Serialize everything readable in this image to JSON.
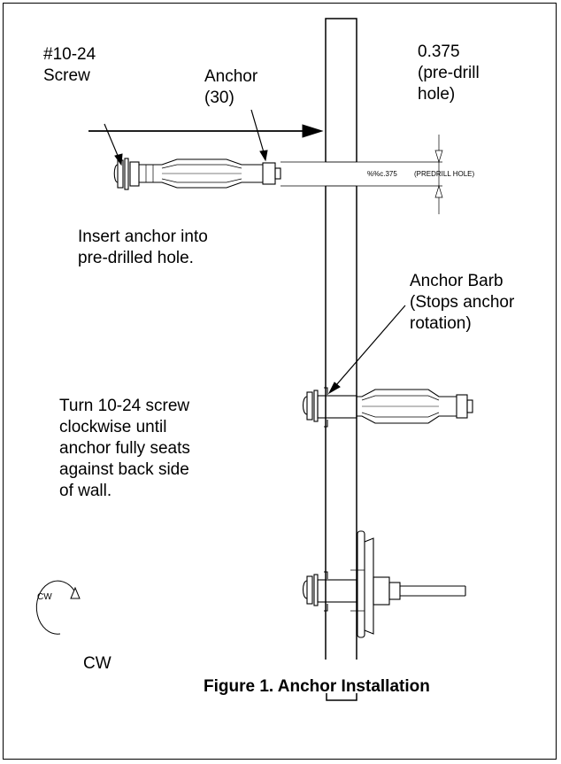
{
  "labels": {
    "screw": "#10-24\nScrew",
    "anchor": "Anchor\n(30)",
    "hole_size": "0.375\n(pre-drill\nhole)",
    "dim_text_value": "%%c.375",
    "dim_text_note": "(PREDRILL HOLE)",
    "step1": "Insert anchor into\npre-drilled hole.",
    "barb": "Anchor Barb\n(Stops anchor\nrotation)",
    "step2": "Turn 10-24 screw\nclockwise until\nanchor fully seats\nagainst back side\nof wall.",
    "cw_icon_text": "CW",
    "cw_text": "CW",
    "caption": "Figure 1. Anchor Installation"
  }
}
